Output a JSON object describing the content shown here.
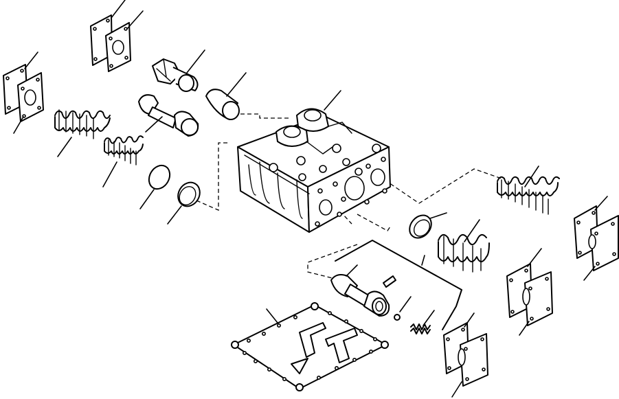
{
  "diagram": {
    "type": "exploded-parts-view",
    "label_text": [],
    "colors": {
      "line": "#000000",
      "background": "#ffffff"
    },
    "parts": [
      "gasket",
      "cover-plate",
      "plug-fitting",
      "spool",
      "sleeve",
      "valve-body",
      "spring",
      "disc",
      "pin",
      "ball",
      "detent-spring",
      "base-plate"
    ]
  }
}
